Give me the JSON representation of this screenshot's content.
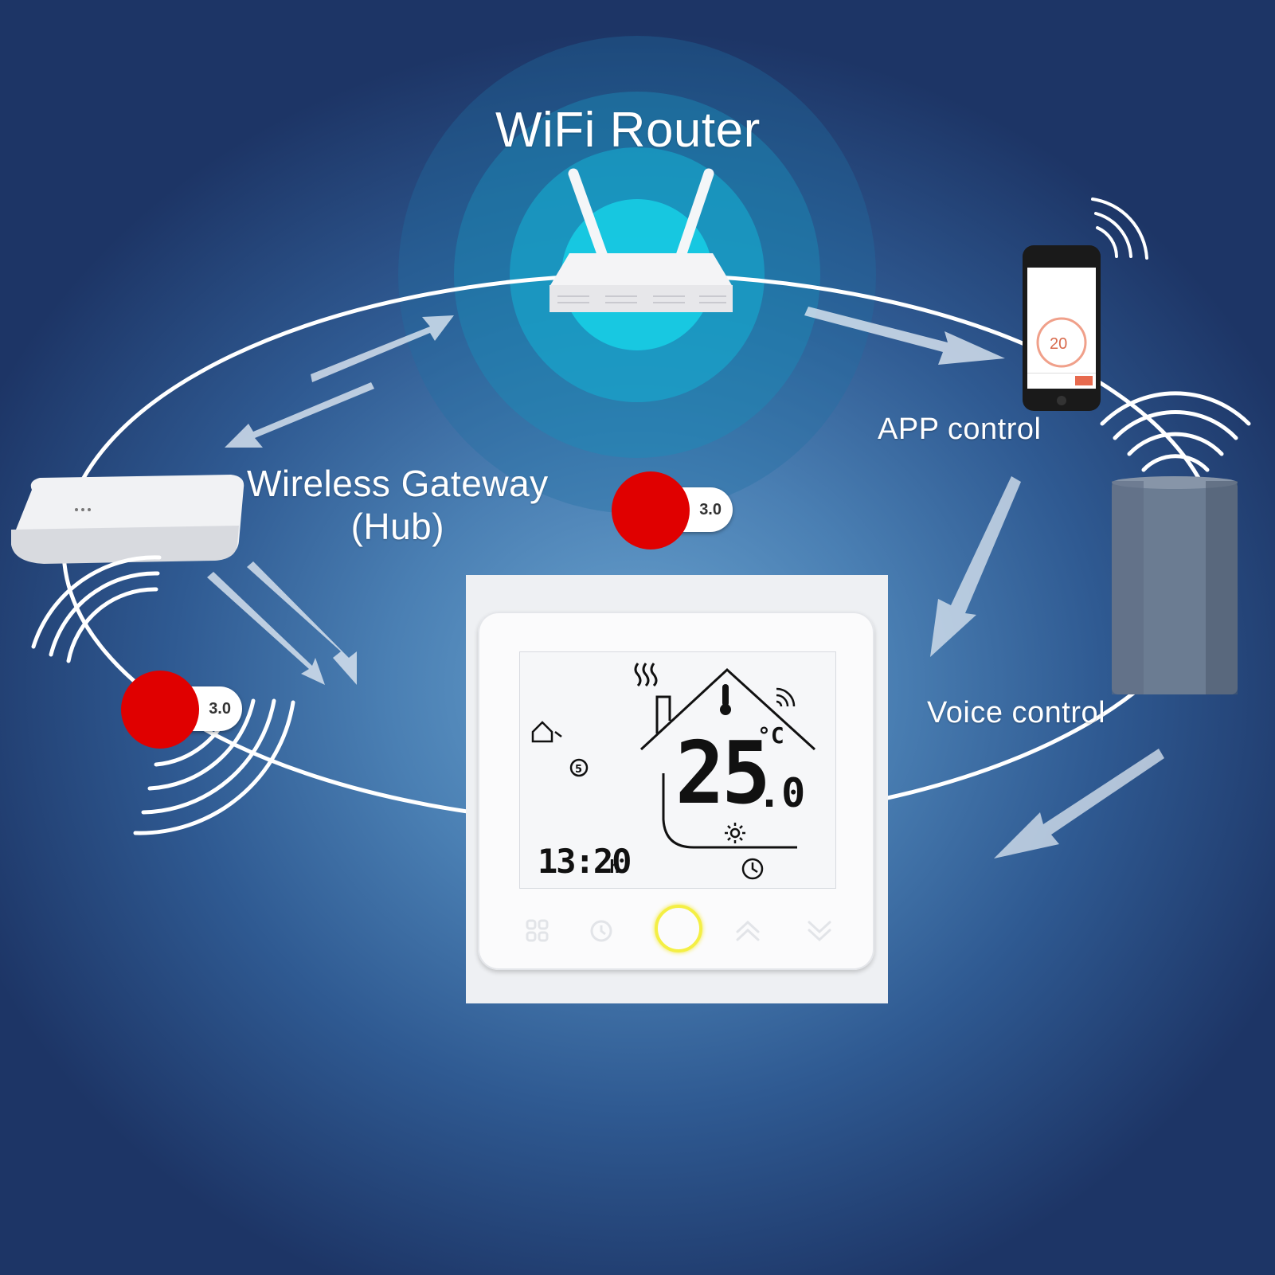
{
  "router": {
    "title": "WiFi Router"
  },
  "hub": {
    "title_line1": "Wireless Gateway",
    "title_line2": "(Hub)"
  },
  "app": {
    "title": "APP control",
    "screen_temp": "20"
  },
  "voice": {
    "title": "Voice control"
  },
  "badges": {
    "center": "3.0",
    "left": "3.0"
  },
  "thermostat": {
    "temperature": "25",
    "temperature_decimal": ".0",
    "unit": "°C",
    "clock": "13:20",
    "clock_suffix": "h"
  },
  "colors": {
    "badge_dot": "#e00000",
    "power_ring": "#f4ef44",
    "router_glow": "#18c8e0",
    "background": "#2f5a92"
  }
}
